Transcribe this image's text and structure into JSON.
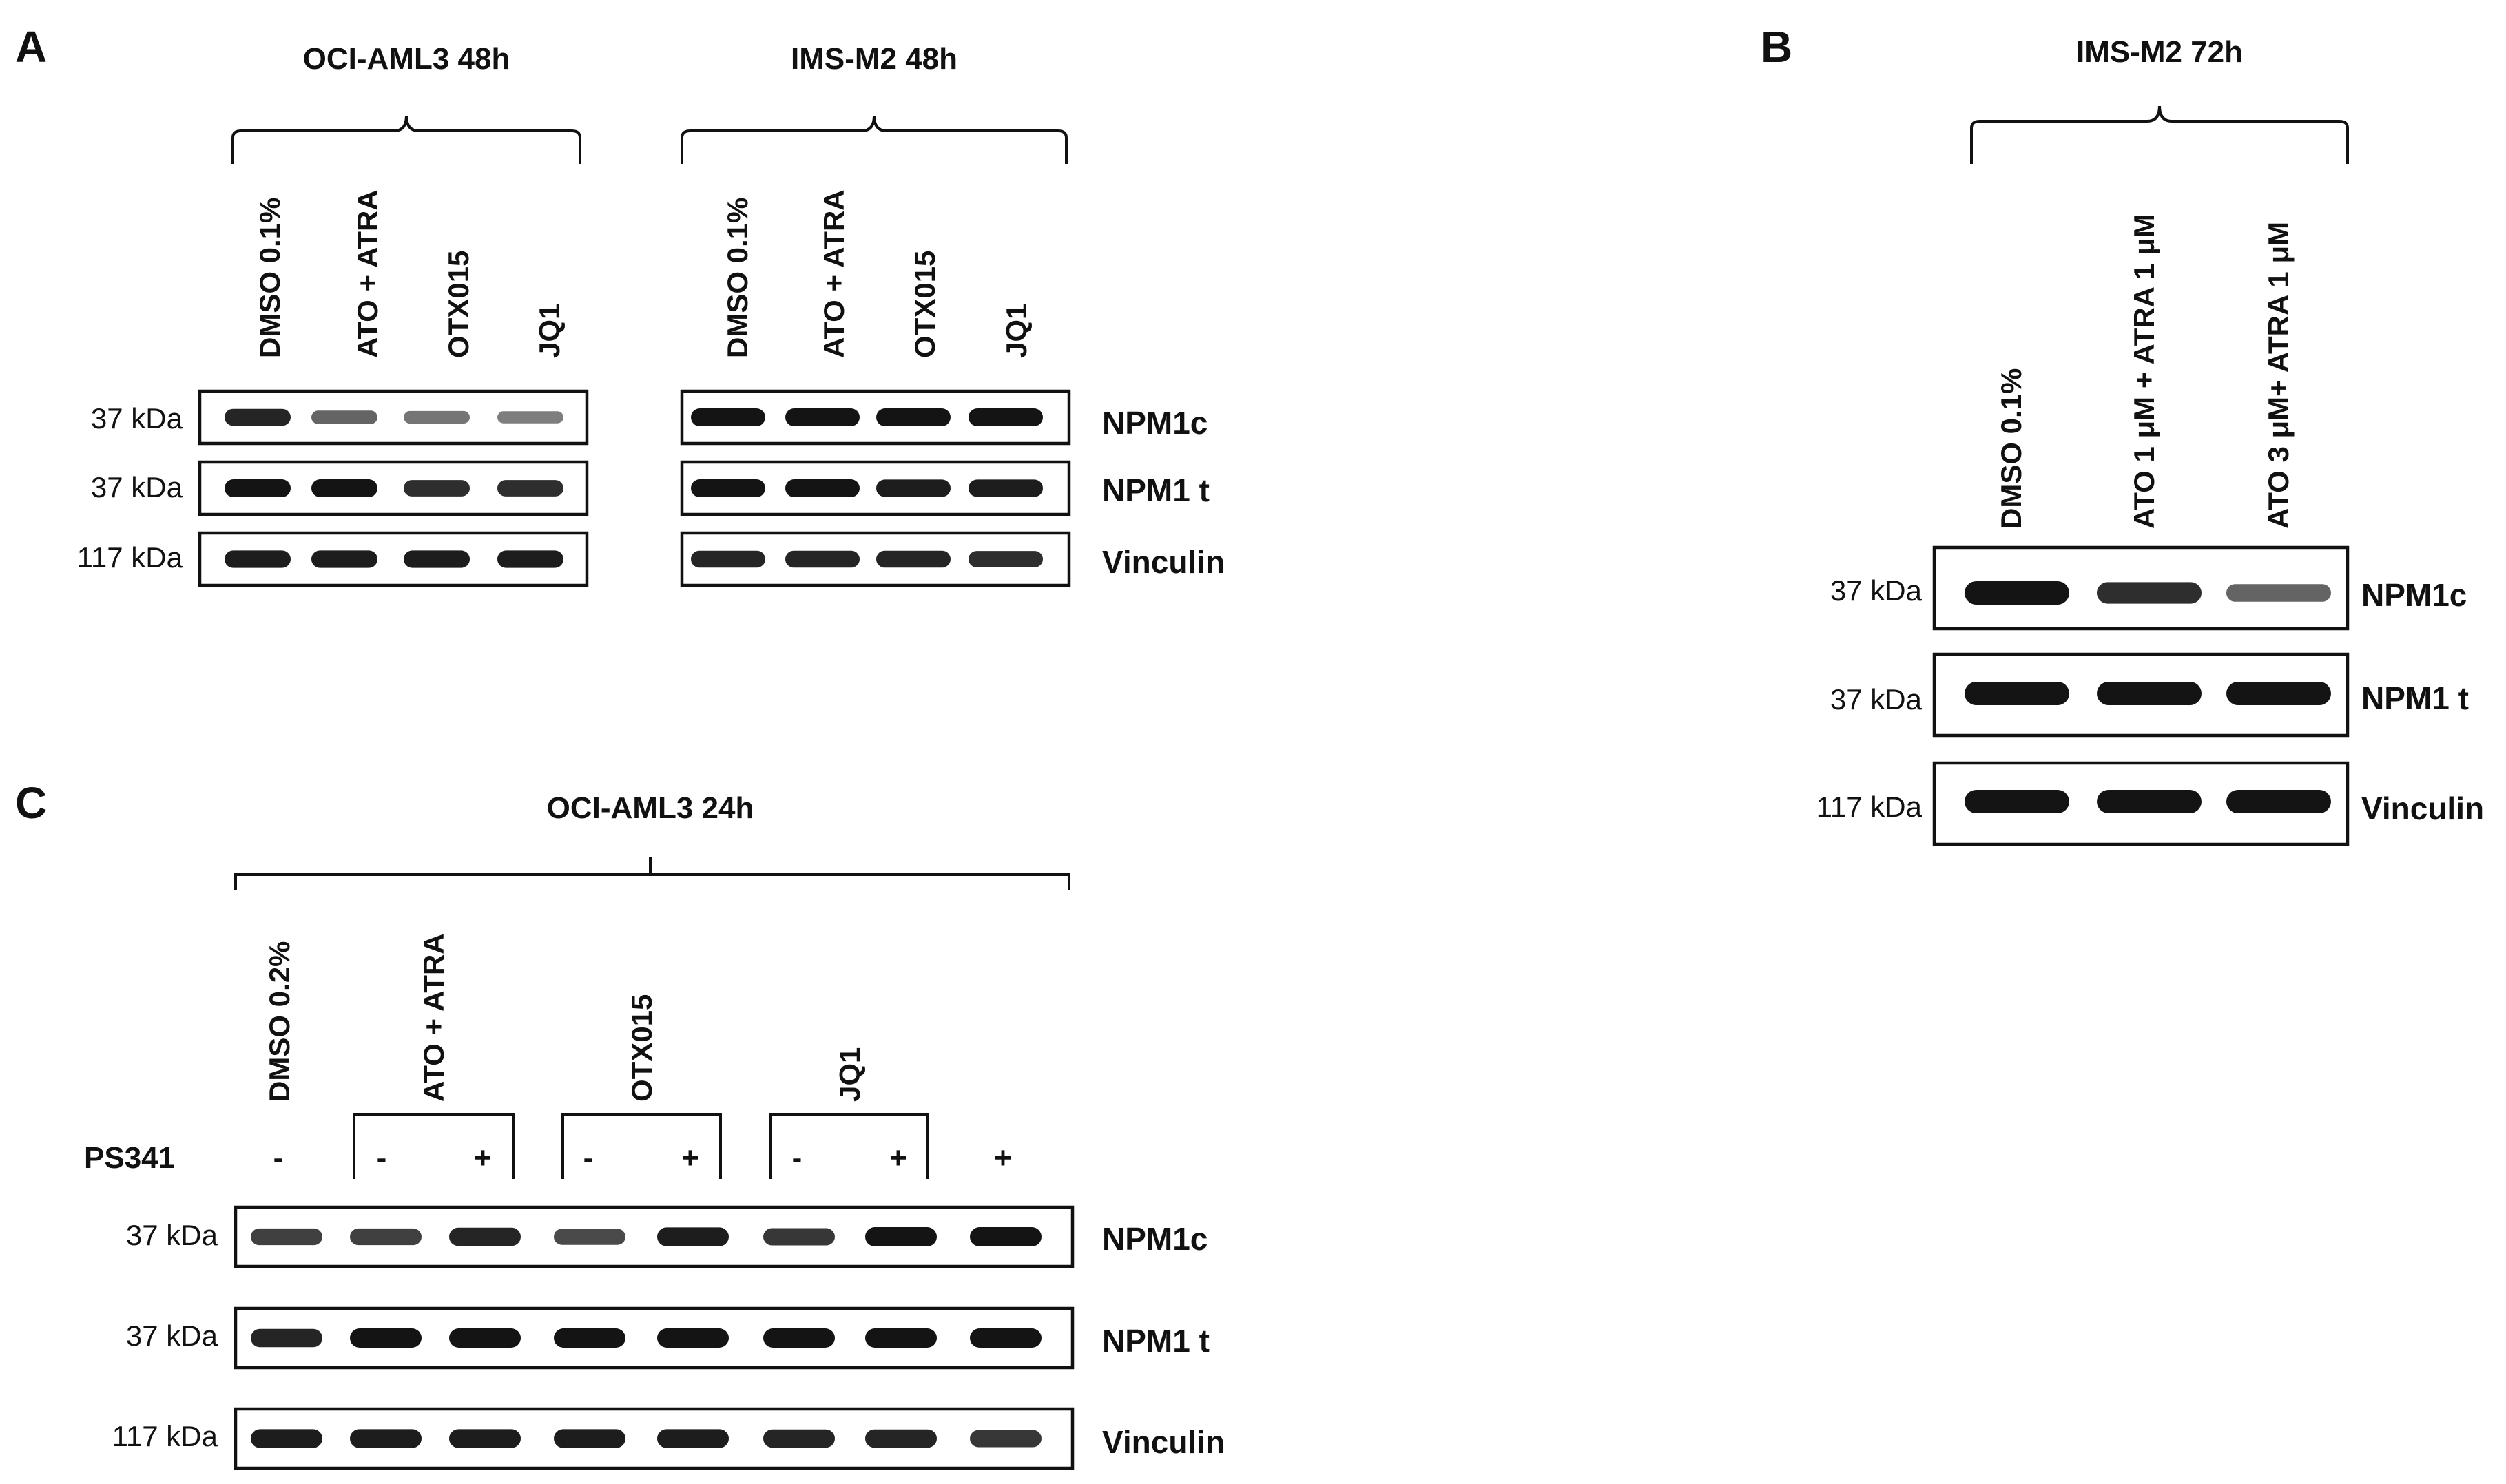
{
  "figure": {
    "panels": {
      "A": {
        "letter": "A",
        "groups": [
          {
            "title": "OCI-AML3 48h",
            "lanes": [
              "DMSO 0.1%",
              "ATO + ATRA",
              "OTX015",
              "JQ1"
            ],
            "blots": [
              {
                "weight": "37 kDa",
                "antibody": "NPM1c",
                "intensity": [
                  0.9,
                  0.55,
                  0.45,
                  0.4
                ]
              },
              {
                "weight": "37 kDa",
                "antibody": "NPM1 t",
                "intensity": [
                  1.0,
                  1.0,
                  0.85,
                  0.85
                ]
              },
              {
                "weight": "117 kDa",
                "antibody": "Vinculin",
                "intensity": [
                  0.95,
                  0.95,
                  0.95,
                  0.95
                ]
              }
            ]
          },
          {
            "title": "IMS-M2 48h",
            "lanes": [
              "DMSO 0.1%",
              "ATO + ATRA",
              "OTX015",
              "JQ1"
            ],
            "blots": [
              {
                "weight": "",
                "antibody": "NPM1c",
                "intensity": [
                  1.0,
                  1.0,
                  1.0,
                  1.0
                ]
              },
              {
                "weight": "",
                "antibody": "NPM1 t",
                "intensity": [
                  1.0,
                  1.0,
                  0.95,
                  0.95
                ]
              },
              {
                "weight": "",
                "antibody": "Vinculin",
                "intensity": [
                  0.9,
                  0.9,
                  0.9,
                  0.85
                ]
              }
            ]
          }
        ]
      },
      "B": {
        "letter": "B",
        "title": "IMS-M2 72h",
        "lanes": [
          "DMSO 0.1%",
          "ATO 1 μM + ATRA 1 μM",
          "ATO 3 μM+ ATRA 1 μM"
        ],
        "blots": [
          {
            "weight": "37 kDa",
            "antibody": "NPM1c",
            "intensity": [
              1.0,
              0.85,
              0.55
            ]
          },
          {
            "weight": "37 kDa",
            "antibody": "NPM1 t",
            "intensity": [
              1.0,
              1.0,
              1.0
            ]
          },
          {
            "weight": "117 kDa",
            "antibody": "Vinculin",
            "intensity": [
              1.0,
              1.0,
              1.0
            ]
          }
        ]
      },
      "C": {
        "letter": "C",
        "title": "OCI-AML3 24h",
        "treatments": [
          "DMSO 0.2%",
          "ATO + ATRA",
          "OTX015",
          "JQ1"
        ],
        "ps_label": "PS341",
        "ps_signs": [
          "-",
          "-",
          "+",
          "-",
          "+",
          "-",
          "+",
          "+"
        ],
        "blots": [
          {
            "weight": "37 kDa",
            "antibody": "NPM1c",
            "intensity": [
              0.75,
              0.75,
              0.9,
              0.7,
              0.95,
              0.8,
              1.0,
              1.0
            ]
          },
          {
            "weight": "37 kDa",
            "antibody": "NPM1 t",
            "intensity": [
              0.9,
              1.0,
              1.0,
              1.0,
              1.0,
              1.0,
              1.0,
              1.0
            ]
          },
          {
            "weight": "117 kDa",
            "antibody": "Vinculin",
            "intensity": [
              0.95,
              0.95,
              0.95,
              0.95,
              0.95,
              0.9,
              0.9,
              0.8
            ]
          }
        ]
      }
    }
  }
}
